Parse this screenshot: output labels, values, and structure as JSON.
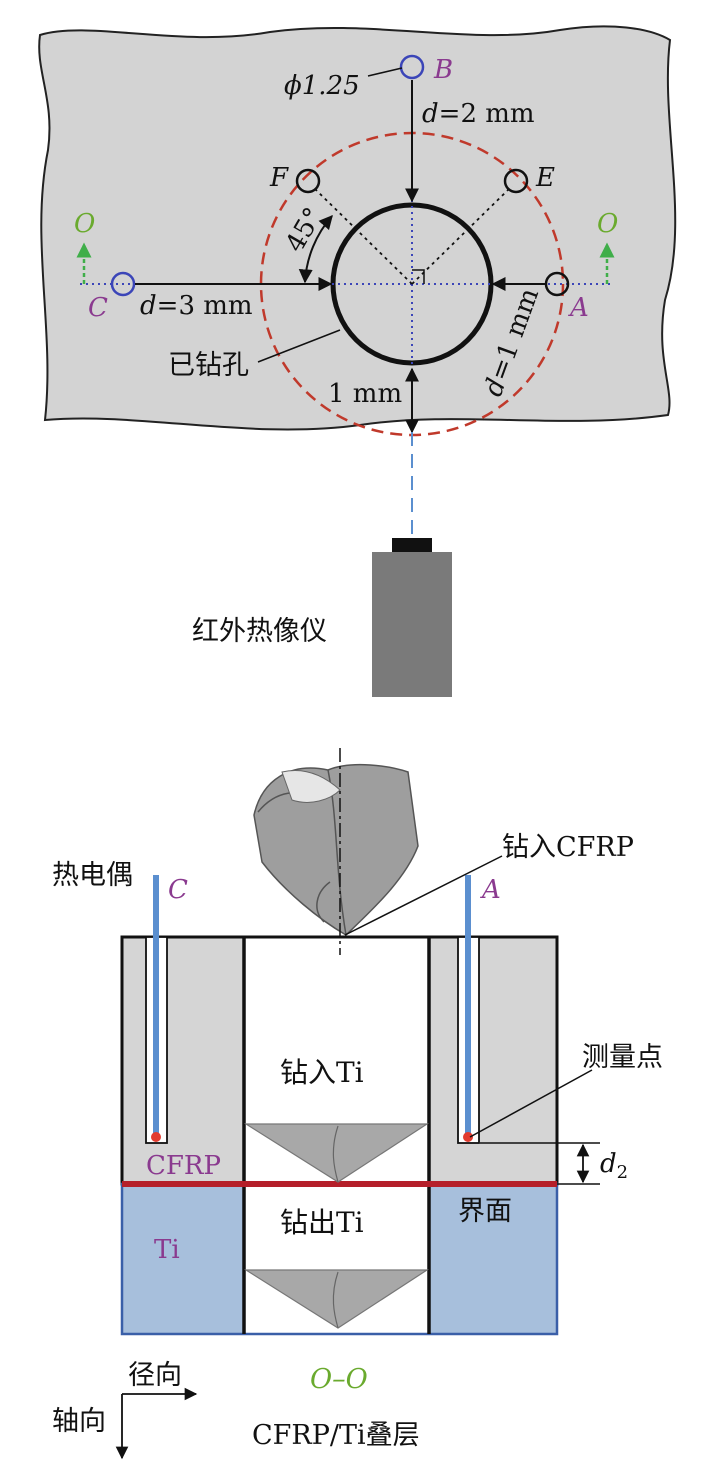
{
  "top_view": {
    "points": {
      "A": "A",
      "B": "B",
      "C": "C",
      "E": "E",
      "F": "F",
      "O_left": "O",
      "O_right": "O"
    },
    "diameter_label": "ϕ1.25",
    "dist_B": {
      "d": "d",
      "rest": "=2 mm"
    },
    "dist_C": {
      "d": "d",
      "rest": "=3 mm"
    },
    "dist_A": {
      "d": "d",
      "rest": "=1 mm"
    },
    "angle_label": "45°",
    "drilled_hole_label": "已钻孔",
    "gap_label": "1 mm",
    "camera_label": "红外热像仪"
  },
  "section_view": {
    "thermocouple_label": "热电偶",
    "point_C": "C",
    "point_A": "A",
    "drill_cfrp_label": "钻入CFRP",
    "measure_point_label": "测量点",
    "drill_ti_in_label": "钻入Ti",
    "drill_ti_out_label": "钻出Ti",
    "cfrp_label": "CFRP",
    "ti_label": "Ti",
    "interface_label": "界面",
    "d2": {
      "d": "d",
      "sub": "2"
    },
    "radial_label": "径向",
    "axial_label": "轴向",
    "section_title": "O–O",
    "stack_title": "CFRP/Ti叠层"
  },
  "colors": {
    "plate": "#d2d2d2",
    "cfrp": "#d5d5d5",
    "ti": "#a7bfdc",
    "interface": "#b51f2a",
    "point_label": "#8a3a8f",
    "section_label": "#6aaa2e",
    "thermocouple": "#5b8fcf",
    "dashed_circle": "#c0392b"
  }
}
